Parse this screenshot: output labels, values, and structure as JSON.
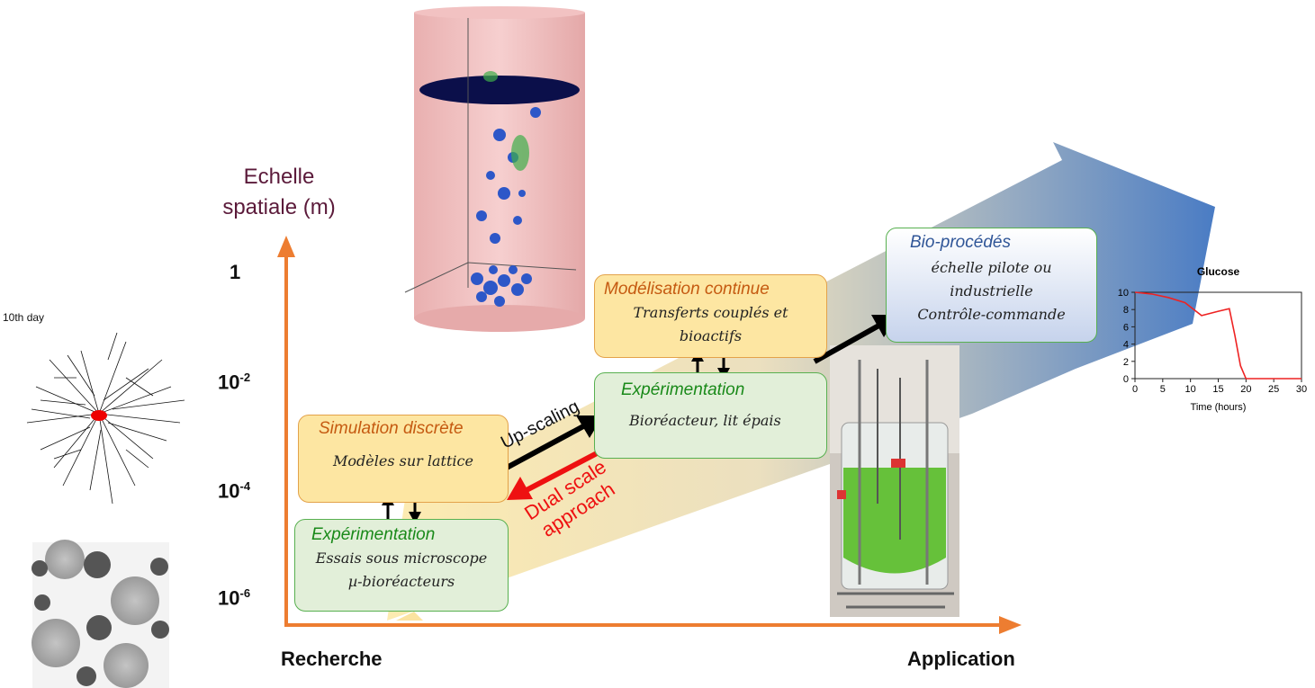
{
  "axis": {
    "y_title_line1": "Echelle",
    "y_title_line2": "spatiale (m)",
    "scale_1": "1",
    "scale_1e2_base": "10",
    "scale_1e2_exp": "-2",
    "scale_1e4_base": "10",
    "scale_1e4_exp": "-4",
    "scale_1e6_base": "10",
    "scale_1e6_exp": "-6",
    "x_left": "Recherche",
    "x_right": "Application"
  },
  "left_images": {
    "network_label": "10th day"
  },
  "boxes": {
    "exp_micro": {
      "title": "Expérimentation",
      "line1": "Essais sous microscope",
      "line2": "µ-bioréacteurs"
    },
    "sim_discrete": {
      "title": "Simulation discrète",
      "line1": "Modèles sur lattice"
    },
    "exp_bioreactor": {
      "title": "Expérimentation",
      "line1": "Bioréacteur, lit épais"
    },
    "modelisation": {
      "title": "Modélisation continue",
      "line1": "Transferts couplés et",
      "line2": "bioactifs"
    },
    "bioprocedes": {
      "title": "Bio-procédés",
      "line1": "échelle pilote ou",
      "line2": "industrielle",
      "line3": "Contrôle-commande"
    }
  },
  "arrows": {
    "up_scaling": "Up-scaling",
    "dual_line1": "Dual scale",
    "dual_line2": "approach"
  },
  "colors": {
    "axis": "#ed7d31",
    "dual_arrow": "#ee1111",
    "band_start": "#fde9a8",
    "band_end": "#4a7cc4"
  },
  "chart_data": {
    "type": "line",
    "title": "Glucose",
    "xlabel": "Time (hours)",
    "ylabel": "",
    "xlim": [
      0,
      30
    ],
    "ylim": [
      0,
      10
    ],
    "xticks": [
      "0",
      "5",
      "10",
      "15",
      "20",
      "25",
      "30"
    ],
    "yticks": [
      "0",
      "2",
      "4",
      "6",
      "8",
      "10"
    ],
    "series": [
      {
        "color": "#ee2222",
        "x": [
          0,
          3,
          6,
          9,
          12,
          15,
          17,
          18,
          19,
          20,
          25,
          30
        ],
        "y": [
          10,
          9.8,
          9.4,
          8.8,
          7.3,
          7.8,
          8.1,
          5,
          1.5,
          0,
          0,
          0
        ]
      }
    ]
  }
}
